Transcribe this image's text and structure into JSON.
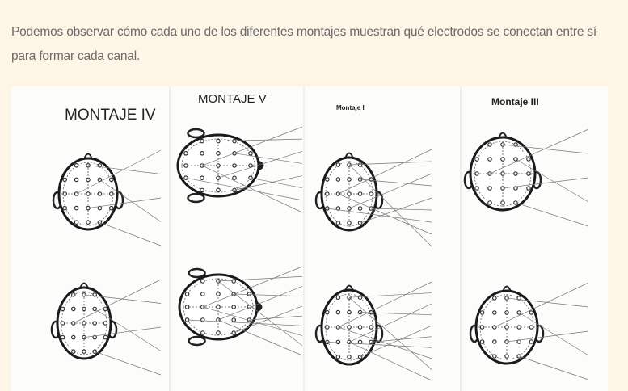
{
  "paragraph": "Podemos observar cómo cada uno de los diferentes montajes muestran qué electrodos se conectan entre sí para formar cada canal.",
  "figure": {
    "titles": [
      "MONTAJE IV",
      "MONTAJE V",
      "Montaje I",
      "Montaje III"
    ]
  }
}
